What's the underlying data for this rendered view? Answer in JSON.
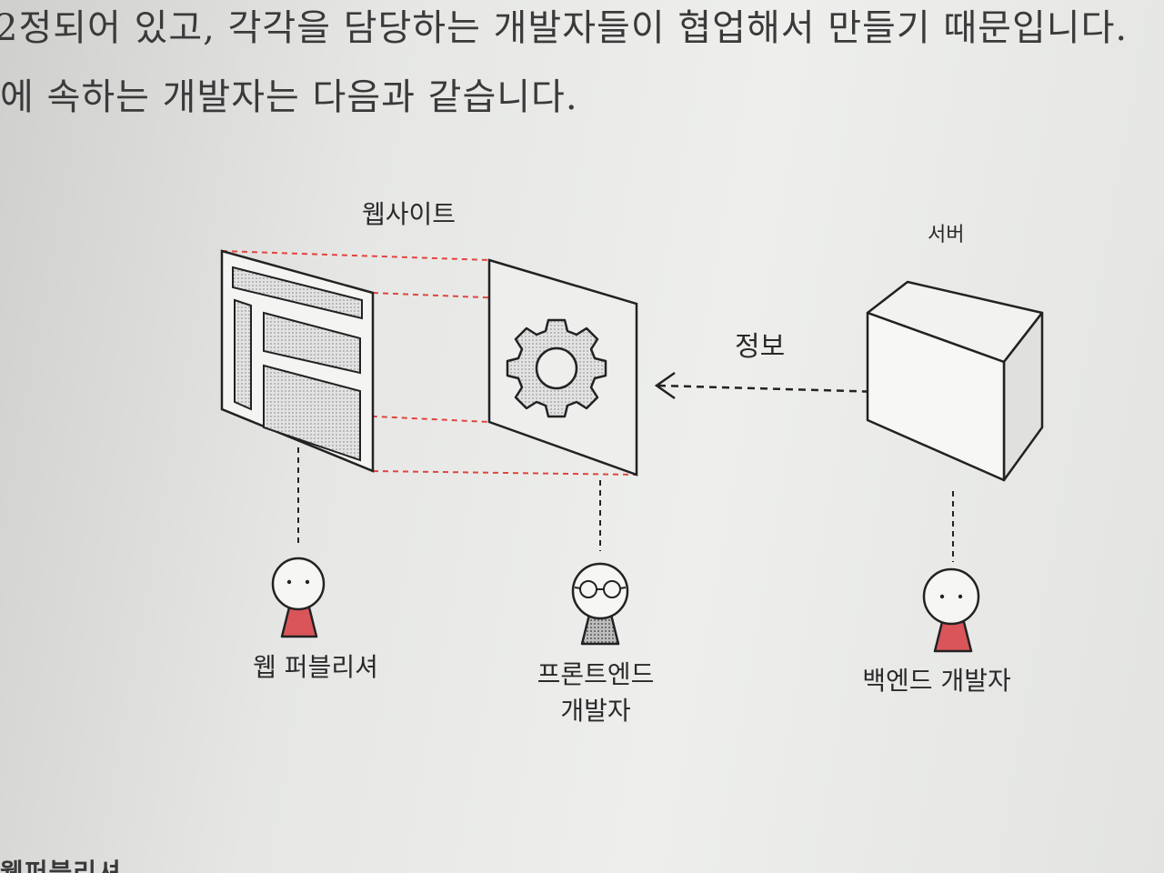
{
  "text": {
    "line1": "2정되어 있고, 각각을 담당하는 개발자들이 협업해서 만들기 때문입니다.",
    "line2": "에 속하는 개발자는 다음과 같습니다.",
    "line3": "웹퍼블리셔"
  },
  "diagram": {
    "website_label": "웹사이트",
    "server_label": "서버",
    "info_label": "정보",
    "publisher_label": "웹 퍼블리셔",
    "frontend_label_line1": "프론트엔드",
    "frontend_label_line2": "개발자",
    "backend_label": "백엔드 개발자"
  },
  "colors": {
    "red_dash": "#e0453f",
    "person_red": "#d9555a",
    "person_gray": "#9a9a9a",
    "ink": "#222222"
  },
  "icons": [
    "gear-icon",
    "cube-icon",
    "double-arrow-icon",
    "person-icon",
    "glasses-icon",
    "webpage-wireframe-icon"
  ]
}
